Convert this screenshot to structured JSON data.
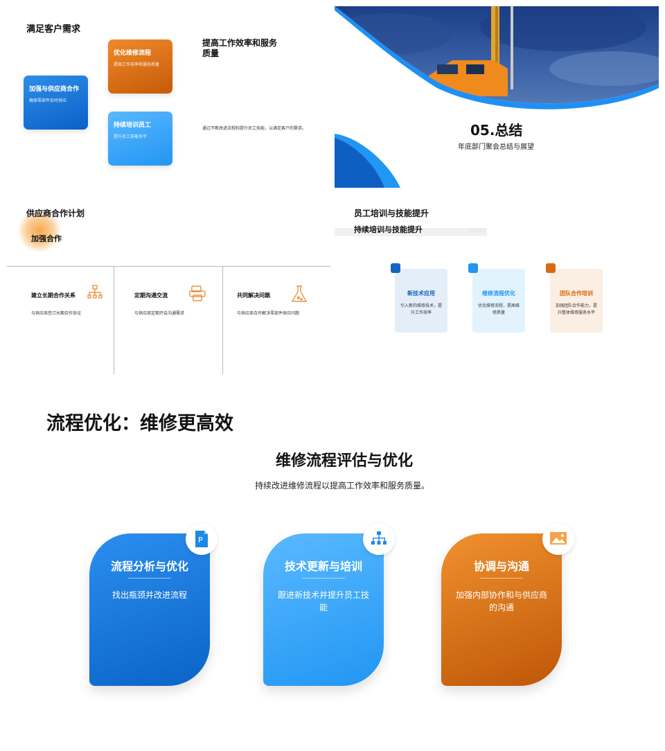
{
  "slide1": {
    "title": "满足客户需求",
    "card_supplier": {
      "title": "加强与供应商合作",
      "desc": "确保零部件及时供应"
    },
    "card_repair": {
      "title": "优化维修流程",
      "desc": "提高工作效率和服务质量"
    },
    "card_training": {
      "title": "持续培训员工",
      "desc": "提升员工技能水平"
    },
    "headline": "提高工作效率和服务质量",
    "paragraph": "通过不断改进流程和提升员工技能，以满足客户的需求。"
  },
  "slide2": {
    "title": "05.总结",
    "subtitle": "年底部门聚会总结与展望"
  },
  "slide3": {
    "title": "供应商合作计划",
    "badge": "加强合作",
    "columns": [
      {
        "title": "建立长期合作关系",
        "desc": "与供应商签订长期合作协议",
        "icon": "org-chart-icon"
      },
      {
        "title": "定期沟通交流",
        "desc": "与供应商定期开会沟通需求",
        "icon": "copy-icon"
      },
      {
        "title": "共同解决问题",
        "desc": "与供应商合作解决零部件供应问题",
        "icon": "flask-icon"
      }
    ]
  },
  "slide4": {
    "title": "员工培训与技能提升",
    "subtitle": "持续培训与技能提升",
    "cards": [
      {
        "title": "新技术应用",
        "desc": "引入新的维修技术，提升工作效率",
        "color": "#1565c0"
      },
      {
        "title": "维修流程优化",
        "desc": "优化维修流程，提高维修质量",
        "color": "#2196f3"
      },
      {
        "title": "团队合作培训",
        "desc": "加强团队合作能力，提升整体维修服务水平",
        "color": "#d86a10"
      }
    ]
  },
  "slide5": {
    "title": "流程优化：维修更高效",
    "subtitle": "维修流程评估与优化",
    "intro": "持续改进维修流程以提高工作效率和服务质量。",
    "cards": [
      {
        "title": "流程分析与优化",
        "desc": "找出瓶颈并改进流程",
        "icon": "powerpoint-file-icon"
      },
      {
        "title": "技术更新与培训",
        "desc": "跟进新技术并提升员工技能",
        "icon": "network-icon"
      },
      {
        "title": "协调与沟通",
        "desc": "加强内部协作和与供应商的沟通",
        "icon": "image-icon"
      }
    ]
  },
  "colors": {
    "blue": "#1976d2",
    "light_blue": "#29a3ff",
    "orange": "#e07a1f"
  }
}
